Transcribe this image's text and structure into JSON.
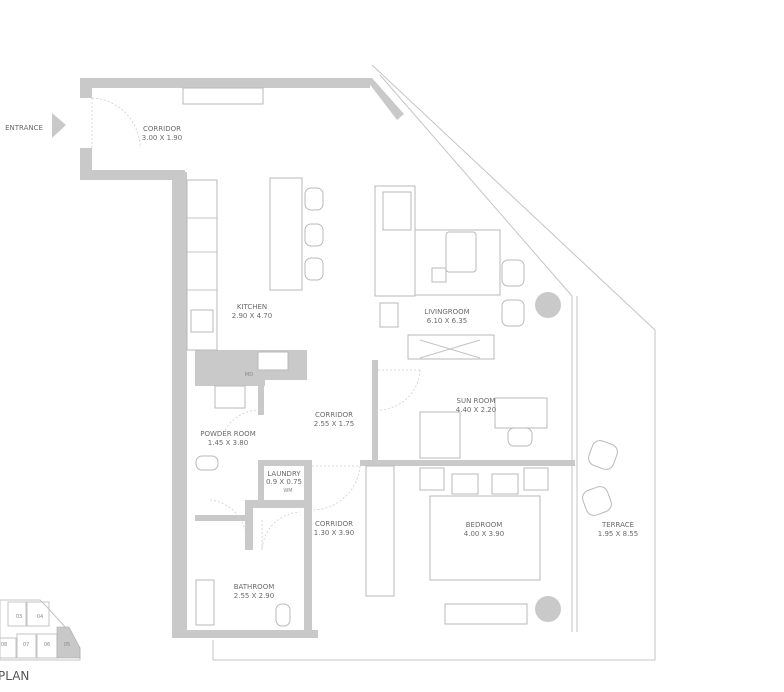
{
  "entrance": {
    "label": "ENTRANCE"
  },
  "rooms": {
    "corridor_entry": {
      "name": "CORRIDOR",
      "size": "3.00 X 1.90"
    },
    "kitchen": {
      "name": "KITCHEN",
      "size": "2.90 X 4.70",
      "appliance": "MD"
    },
    "livingroom": {
      "name": "LIVINGROOM",
      "size": "6.10 X 6.35"
    },
    "sunroom": {
      "name": "SUN ROOM",
      "size": "4.40 X 2.20"
    },
    "corridor_mid": {
      "name": "CORRIDOR",
      "size": "2.55 X 1.75"
    },
    "powder_room": {
      "name": "POWDER ROOM",
      "size": "1.45 X 3.80"
    },
    "laundry": {
      "name": "LAUNDRY",
      "size": "0.9 X 0.75",
      "appliance": "WM"
    },
    "corridor_bed": {
      "name": "CORRIDOR",
      "size": "1.30 X 3.90"
    },
    "bedroom": {
      "name": "BEDROOM",
      "size": "4.00 X 3.90"
    },
    "terrace": {
      "name": "TERRACE",
      "size": "1.95 X 8.55"
    },
    "bathroom": {
      "name": "BATHROOM",
      "size": "2.55 X 2.90"
    }
  },
  "key_plan": {
    "title": "PLAN",
    "units": [
      "03",
      "04",
      "08",
      "07",
      "06",
      "05"
    ],
    "highlighted_unit": "05",
    "highlight_color": "#c8c8c8"
  }
}
